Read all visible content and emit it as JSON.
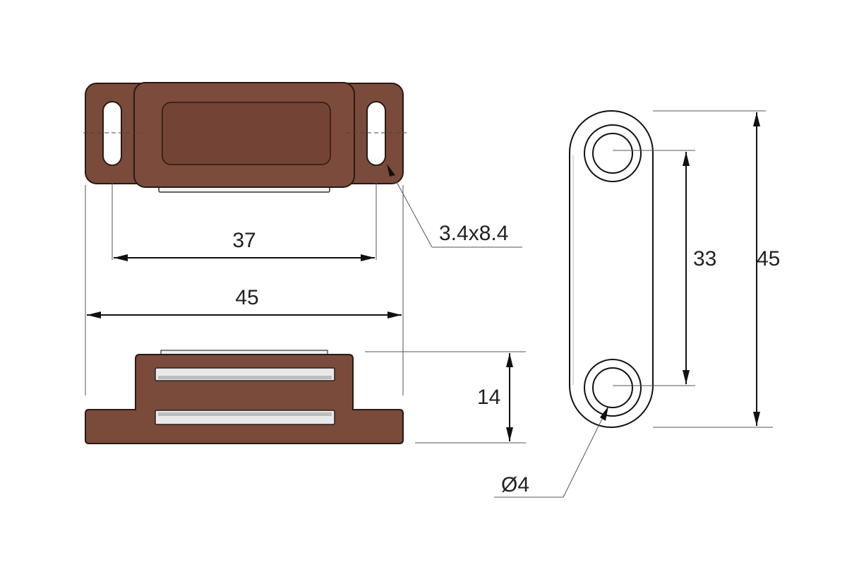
{
  "drawing": {
    "colors": {
      "body": "#7a4a3b",
      "body_dark": "#5e3529",
      "body_outline": "#2a1a14",
      "strike_plate": "#ffffff",
      "magnet_strip": "#e8e8e8",
      "dimension_line": "#111111",
      "text": "#222222"
    },
    "dimensions": {
      "hole_spacing": "37",
      "overall_length": "45",
      "slot_size": "3.4x8.4",
      "height": "14",
      "plate_hole_spacing": "33",
      "plate_length": "45",
      "plate_hole_diameter": "Ø4"
    }
  }
}
